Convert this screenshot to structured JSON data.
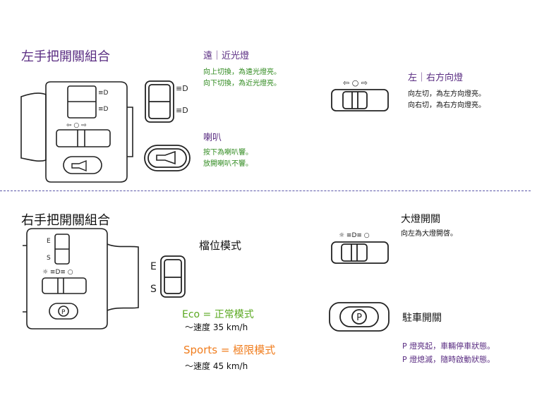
{
  "colors": {
    "title": "#5a2d82",
    "green_note": "#2f8a1e",
    "purple_note": "#5a2d82",
    "eco": "#5aa820",
    "sports": "#f07d1e",
    "divider": "#5a55a8"
  },
  "left": {
    "title": "左手把開關組合",
    "headlight_beam": {
      "heading": "遠｜近光燈",
      "notes": [
        "向上切換，為遠光燈亮。",
        "向下切換，為近光燈亮。"
      ]
    },
    "horn": {
      "heading": "喇叭",
      "notes": [
        "按下為喇叭響。",
        "放開喇叭不響。"
      ]
    },
    "turn_signal": {
      "heading": "左｜右方向燈",
      "notes": [
        "向左切，為左方向燈亮。",
        "向右切，為右方向燈亮。"
      ]
    }
  },
  "right": {
    "title": "右手把開關組合",
    "gear": {
      "heading": "檔位模式",
      "switch_labels": [
        "E",
        "S"
      ],
      "eco_label": "Eco = 正常模式",
      "eco_speed": "～速度 35 km/h",
      "sports_label": "Sports = 極限模式",
      "sports_speed": "～速度 45 km/h"
    },
    "main_light": {
      "heading": "大燈開關",
      "notes": [
        "向左為大燈開啓。"
      ]
    },
    "parking": {
      "heading": "駐車開關",
      "button_label": "P",
      "notes": [
        "P 燈亮起，車輛停車狀態。",
        "P 燈熄滅，隨時啟動狀態。"
      ]
    }
  }
}
